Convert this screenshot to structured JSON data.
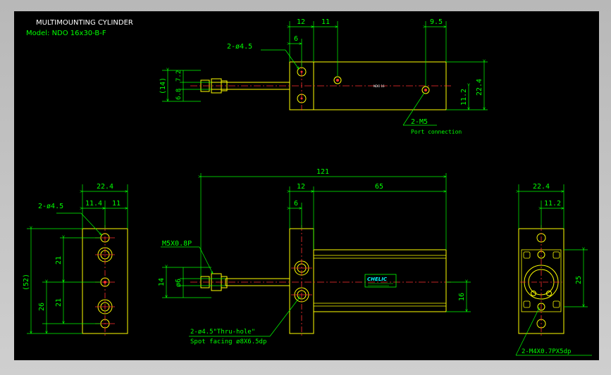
{
  "title": "MULTIMOUNTING CYLINDER",
  "model": "Model: NDO 16x30-B-F",
  "colors": {
    "outline": "#ffff00",
    "dimension": "#00ff00",
    "center": "#ff3030",
    "text": "#ffffff",
    "background": "#000000"
  },
  "top_view": {
    "dim_12": "12",
    "dim_11": "11",
    "dim_9_5": "9.5",
    "dim_6": "6",
    "hole_callout": "2-ø4.5",
    "dim_14": "(14)",
    "dim_6_8": "6.8",
    "dim_7_2": "7.2",
    "dim_22_4": "22.4",
    "dim_11_2": "11.2",
    "port_callout": "2-M5",
    "port_note": "Port connection",
    "label_small": "NDO 16"
  },
  "left_view": {
    "dim_22_4": "22.4",
    "dim_11_4": "11.4",
    "dim_11": "11",
    "hole_callout": "2-ø4.5",
    "dim_52": "(52)",
    "dim_21a": "21",
    "dim_26": "26",
    "dim_21b": "21"
  },
  "front_view": {
    "dim_121": "121",
    "dim_12": "12",
    "dim_65": "65",
    "dim_6": "6",
    "thread_callout": "M5X0.8P",
    "dim_14": "14",
    "dim_phi6": "ø6",
    "dim_16": "16",
    "hole_callout": "2-ø4.5\"Thru-hole\"",
    "spot_facing": "Spot facing ø8X6.5dp",
    "brand": "CHELIC"
  },
  "right_view": {
    "dim_22_4": "22.4",
    "dim_11_2": "11.2",
    "dim_25": "25",
    "thread_callout": "2-M4X0.7PX5dp"
  }
}
